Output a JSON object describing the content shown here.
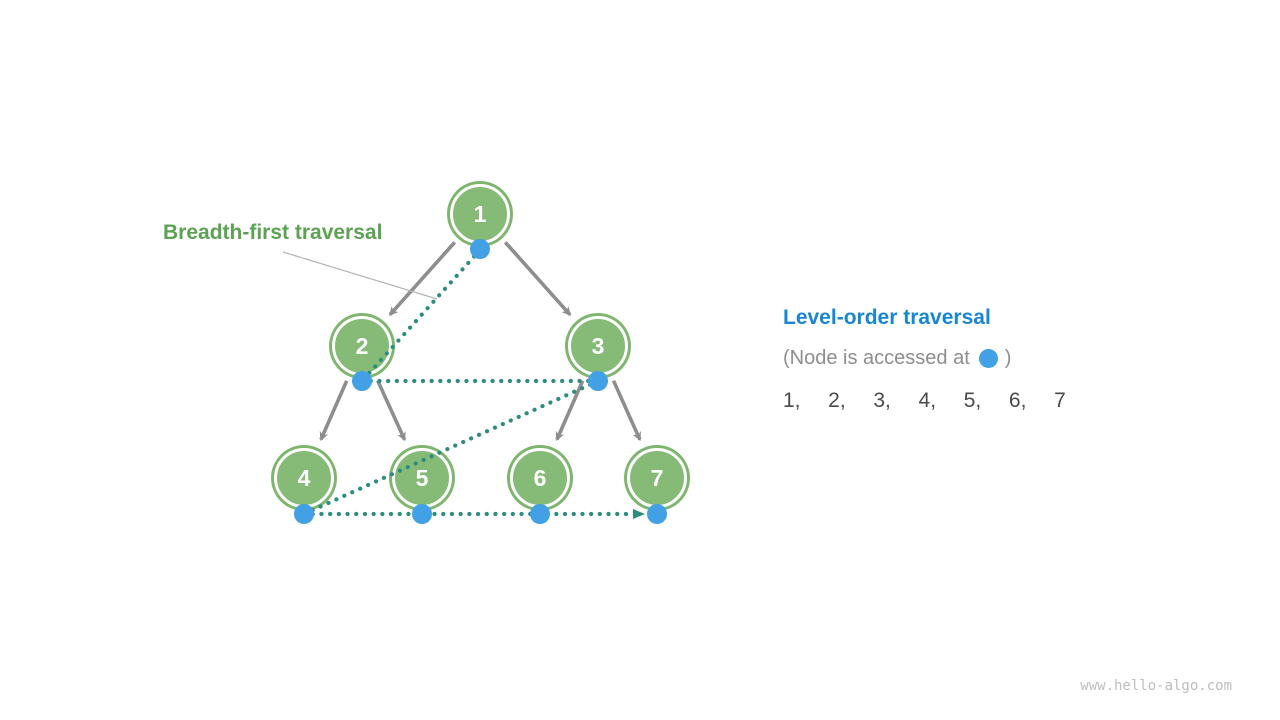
{
  "labels": {
    "breadth_first": "Breadth-first traversal",
    "panel_title": "Level-order traversal",
    "note_prefix": "(Node is accessed at",
    "note_suffix": ")",
    "sequence": "1,  2,  3,  4,  5,  6,  7",
    "watermark": "www.hello-algo.com"
  },
  "tree": {
    "node_labels": [
      "1",
      "2",
      "3",
      "4",
      "5",
      "6",
      "7"
    ],
    "edges": [
      [
        "1",
        "2"
      ],
      [
        "1",
        "3"
      ],
      [
        "2",
        "4"
      ],
      [
        "2",
        "5"
      ],
      [
        "3",
        "6"
      ],
      [
        "3",
        "7"
      ]
    ],
    "traversal_order": [
      "1",
      "2",
      "3",
      "4",
      "5",
      "6",
      "7"
    ]
  },
  "colors": {
    "node_green": "#85BB76",
    "node_ring_green": "#7FB66F",
    "access_dot_blue": "#42A0E4",
    "traversal_teal": "#2D8C80",
    "edge_gray": "#8E8E8E",
    "callout_gray": "#B3B3B3",
    "breadth_label_green": "#5BA352",
    "panel_title_blue": "#1886D4",
    "note_gray": "#8E8E8E",
    "sequence_dark": "#4A4A4A",
    "watermark_gray": "#BDBDBD"
  }
}
